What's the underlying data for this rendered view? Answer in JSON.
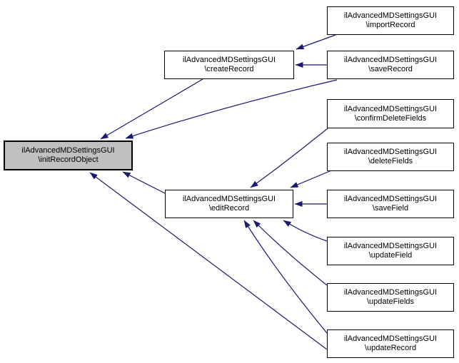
{
  "diagram": {
    "kind": "caller-graph",
    "colors": {
      "edge": "#191970",
      "node_fill": "#ffffff",
      "node_border": "#000000",
      "highlight_fill": "#c0c0c0",
      "text": "#000000"
    },
    "nodes": {
      "initRecordObject": {
        "line1": "ilAdvancedMDSettingsGUI",
        "line2": "\\initRecordObject",
        "highlighted": true
      },
      "createRecord": {
        "line1": "ilAdvancedMDSettingsGUI",
        "line2": "\\createRecord",
        "highlighted": false
      },
      "editRecord": {
        "line1": "ilAdvancedMDSettingsGUI",
        "line2": "\\editRecord",
        "highlighted": false
      },
      "importRecord": {
        "line1": "ilAdvancedMDSettingsGUI",
        "line2": "\\importRecord",
        "highlighted": false
      },
      "saveRecord": {
        "line1": "ilAdvancedMDSettingsGUI",
        "line2": "\\saveRecord",
        "highlighted": false
      },
      "confirmDeleteFields": {
        "line1": "ilAdvancedMDSettingsGUI",
        "line2": "\\confirmDeleteFields",
        "highlighted": false
      },
      "deleteFields": {
        "line1": "ilAdvancedMDSettingsGUI",
        "line2": "\\deleteFields",
        "highlighted": false
      },
      "saveField": {
        "line1": "ilAdvancedMDSettingsGUI",
        "line2": "\\saveField",
        "highlighted": false
      },
      "updateField": {
        "line1": "ilAdvancedMDSettingsGUI",
        "line2": "\\updateField",
        "highlighted": false
      },
      "updateFields": {
        "line1": "ilAdvancedMDSettingsGUI",
        "line2": "\\updateFields",
        "highlighted": false
      },
      "updateRecord": {
        "line1": "ilAdvancedMDSettingsGUI",
        "line2": "\\updateRecord",
        "highlighted": false
      }
    },
    "edges": [
      {
        "from": "createRecord",
        "to": "initRecordObject"
      },
      {
        "from": "saveRecord",
        "to": "initRecordObject"
      },
      {
        "from": "editRecord",
        "to": "initRecordObject"
      },
      {
        "from": "updateRecord",
        "to": "initRecordObject"
      },
      {
        "from": "importRecord",
        "to": "createRecord"
      },
      {
        "from": "saveRecord",
        "to": "createRecord"
      },
      {
        "from": "confirmDeleteFields",
        "to": "editRecord"
      },
      {
        "from": "deleteFields",
        "to": "editRecord"
      },
      {
        "from": "saveField",
        "to": "editRecord"
      },
      {
        "from": "updateField",
        "to": "editRecord"
      },
      {
        "from": "updateFields",
        "to": "editRecord"
      },
      {
        "from": "updateRecord",
        "to": "editRecord"
      }
    ]
  }
}
